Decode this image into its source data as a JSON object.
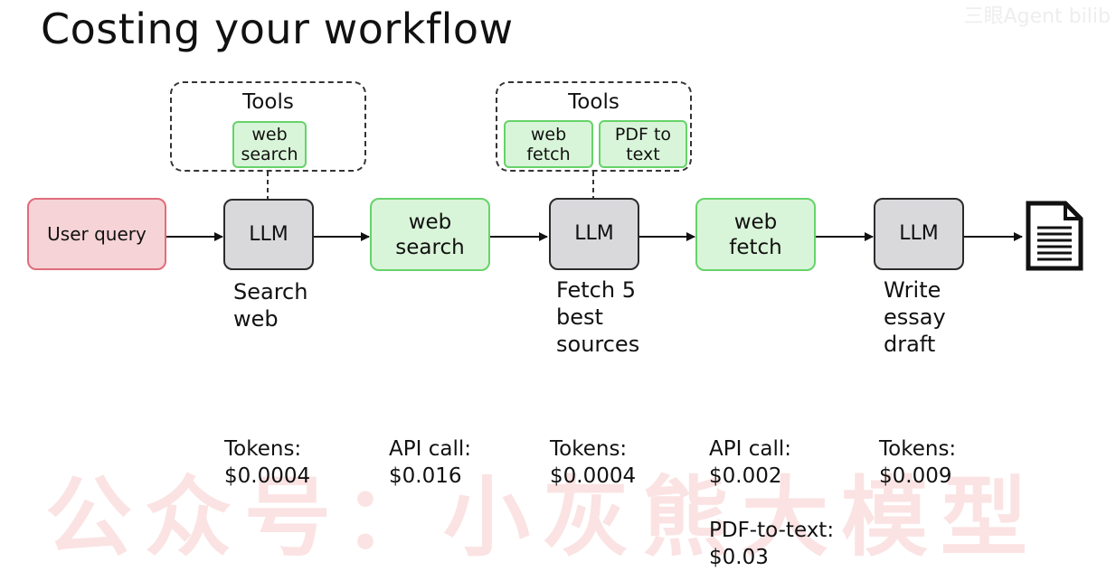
{
  "title": "Costing your workflow",
  "watermark": "公众号：小灰熊大模型",
  "corner_watermark": "三眼Agent bilib",
  "nodes": {
    "user_query": "User query",
    "llm1": "LLM",
    "web_search": "web\nsearch",
    "llm2": "LLM",
    "web_fetch": "web\nfetch",
    "llm3": "LLM",
    "output_icon": "document-icon"
  },
  "toolbox1": {
    "title": "Tools",
    "tools": [
      "web\nsearch"
    ]
  },
  "toolbox2": {
    "title": "Tools",
    "tools": [
      "web\nfetch",
      "PDF to\ntext"
    ]
  },
  "step_labels": {
    "llm1": "Search\nweb",
    "llm2": "Fetch 5\nbest\nsources",
    "llm3": "Write\nessay\ndraft"
  },
  "costs": {
    "llm1": {
      "line1": "Tokens:",
      "line2": "$0.0004"
    },
    "web_search": {
      "line1": "API call:",
      "line2": "$0.016"
    },
    "llm2": {
      "line1": "Tokens:",
      "line2": "$0.0004"
    },
    "web_fetch": {
      "line1": "API call:",
      "line2": "$0.002",
      "line3": "PDF-to-text:",
      "line4": "$0.03"
    },
    "llm3": {
      "line1": "Tokens:",
      "line2": "$0.009"
    }
  },
  "colors": {
    "query_fill": "#f6d3d6",
    "query_border": "#e06d7b",
    "llm_fill": "#d9d9dc",
    "tool_fill": "#d9f5d9",
    "tool_border": "#66d36a"
  }
}
